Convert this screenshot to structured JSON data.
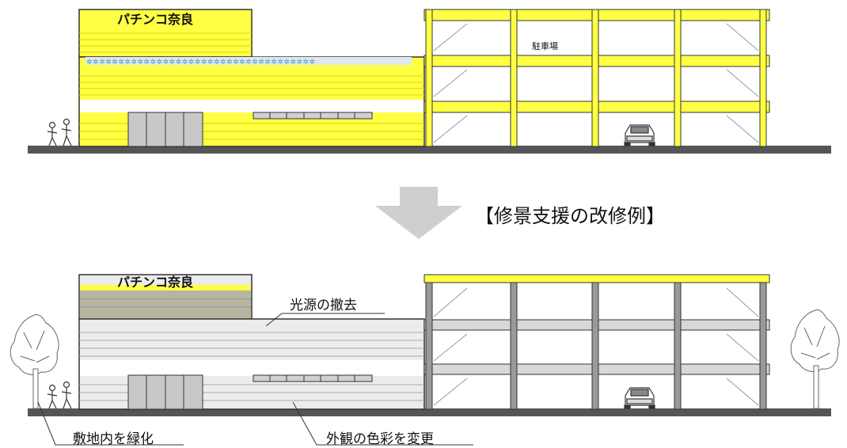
{
  "before": {
    "sign_text": "パチンコ奈良",
    "parking_label": "駐車場"
  },
  "transition": {
    "caption": "【修景支援の改修例】"
  },
  "after": {
    "sign_text": "パチンコ奈良",
    "annotations": {
      "light_removal": "光源の撤去",
      "greening": "敷地内を緑化",
      "color_change": "外観の色彩を変更"
    }
  },
  "colors": {
    "facade_before": "#ffff44",
    "facade_after": "#ececec",
    "sign_band_after": "#b5b5a0",
    "columns_after": "#9a9a9a",
    "ground": "#555555",
    "arrow": "#cfcfcf"
  },
  "icons": [
    "pedestrians-icon",
    "car-icon",
    "tree-icon",
    "down-arrow-icon"
  ]
}
